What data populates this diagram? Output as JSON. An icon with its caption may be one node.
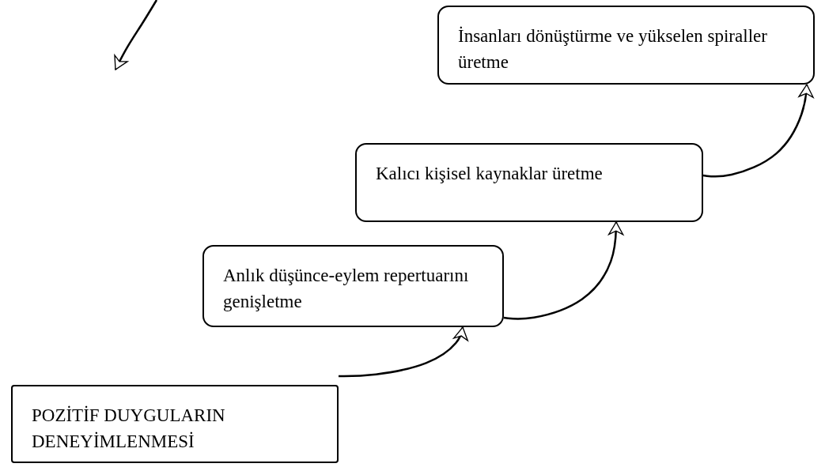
{
  "diagram": {
    "nodes": [
      {
        "text": [
          "İnsanları dönüştürme ve yükselen spiraller üretme"
        ]
      },
      {
        "text": [
          "Kalıcı kişisel kaynaklar üretme"
        ]
      },
      {
        "text": [
          "Anlık düşünce-eylem repertuarını genişletme"
        ]
      },
      {
        "text": [
          "POZİTİF DUYGULARIN DENEYİMLENMESİ"
        ]
      }
    ],
    "edges": [
      {
        "from": 3,
        "to": 2,
        "arrow": "to"
      },
      {
        "from": 2,
        "to": 1,
        "arrow": "to"
      },
      {
        "from": 1,
        "to": 0,
        "arrow": "to"
      }
    ]
  }
}
